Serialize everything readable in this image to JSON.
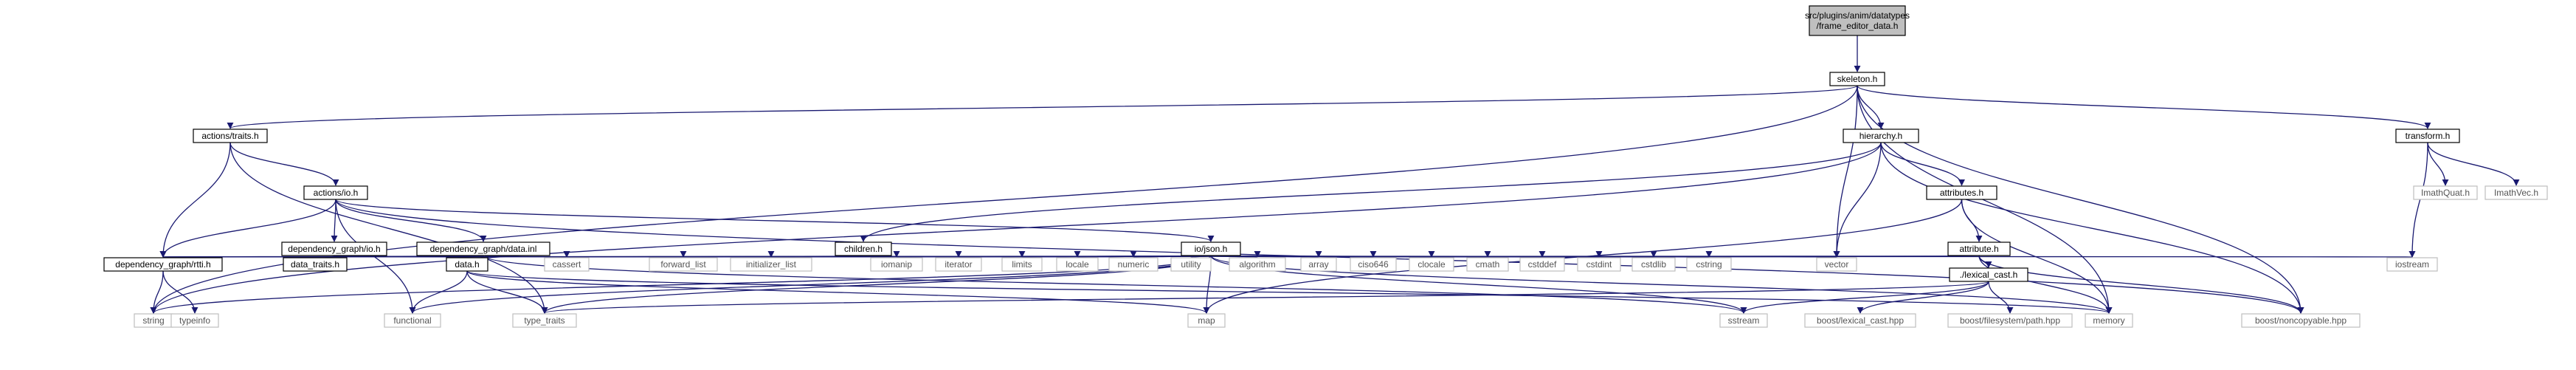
{
  "diagram": {
    "type": "include-dependency-graph",
    "colors": {
      "root_fill": "#bfbfbf",
      "node_fill": "#ffffff",
      "node_border": "#000000",
      "external_border": "#bfbfbf",
      "text": "#000000",
      "external_text": "#555555",
      "edge": "#191970"
    },
    "nodes": [
      {
        "id": "root",
        "lines": [
          "src/plugins/anim/datatypes",
          "/frame_editor_data.h"
        ],
        "kind": "root"
      },
      {
        "id": "skeleton",
        "lines": [
          "skeleton.h"
        ],
        "kind": "file"
      },
      {
        "id": "actions_traits",
        "lines": [
          "actions/traits.h"
        ],
        "kind": "file"
      },
      {
        "id": "hierarchy",
        "lines": [
          "hierarchy.h"
        ],
        "kind": "file"
      },
      {
        "id": "transform",
        "lines": [
          "transform.h"
        ],
        "kind": "file"
      },
      {
        "id": "actions_io",
        "lines": [
          "actions/io.h"
        ],
        "kind": "file"
      },
      {
        "id": "attributes",
        "lines": [
          "attributes.h"
        ],
        "kind": "file"
      },
      {
        "id": "imathquat",
        "lines": [
          "ImathQuat.h"
        ],
        "kind": "external"
      },
      {
        "id": "imathvec",
        "lines": [
          "ImathVec.h"
        ],
        "kind": "external"
      },
      {
        "id": "dg_io",
        "lines": [
          "dependency_graph/io.h"
        ],
        "kind": "file"
      },
      {
        "id": "dg_datainl",
        "lines": [
          "dependency_graph/data.inl"
        ],
        "kind": "file"
      },
      {
        "id": "children",
        "lines": [
          "children.h"
        ],
        "kind": "file"
      },
      {
        "id": "io_json",
        "lines": [
          "io/json.h"
        ],
        "kind": "file"
      },
      {
        "id": "attribute",
        "lines": [
          "attribute.h"
        ],
        "kind": "file"
      },
      {
        "id": "dg_rtti",
        "lines": [
          "dependency_graph/rtti.h"
        ],
        "kind": "file"
      },
      {
        "id": "data_traits",
        "lines": [
          "data_traits.h"
        ],
        "kind": "file"
      },
      {
        "id": "data_h",
        "lines": [
          "data.h"
        ],
        "kind": "file"
      },
      {
        "id": "cassert",
        "lines": [
          "cassert"
        ],
        "kind": "external"
      },
      {
        "id": "forward_list",
        "lines": [
          "forward_list"
        ],
        "kind": "external"
      },
      {
        "id": "initializer_list",
        "lines": [
          "initializer_list"
        ],
        "kind": "external"
      },
      {
        "id": "iomanip",
        "lines": [
          "iomanip"
        ],
        "kind": "external"
      },
      {
        "id": "iterator",
        "lines": [
          "iterator"
        ],
        "kind": "external"
      },
      {
        "id": "limits",
        "lines": [
          "limits"
        ],
        "kind": "external"
      },
      {
        "id": "locale",
        "lines": [
          "locale"
        ],
        "kind": "external"
      },
      {
        "id": "numeric",
        "lines": [
          "numeric"
        ],
        "kind": "external"
      },
      {
        "id": "utility",
        "lines": [
          "utility"
        ],
        "kind": "external"
      },
      {
        "id": "algorithm",
        "lines": [
          "algorithm"
        ],
        "kind": "external"
      },
      {
        "id": "array",
        "lines": [
          "array"
        ],
        "kind": "external"
      },
      {
        "id": "ciso646",
        "lines": [
          "ciso646"
        ],
        "kind": "external"
      },
      {
        "id": "clocale",
        "lines": [
          "clocale"
        ],
        "kind": "external"
      },
      {
        "id": "cmath",
        "lines": [
          "cmath"
        ],
        "kind": "external"
      },
      {
        "id": "cstddef",
        "lines": [
          "cstddef"
        ],
        "kind": "external"
      },
      {
        "id": "cstdint",
        "lines": [
          "cstdint"
        ],
        "kind": "external"
      },
      {
        "id": "cstdlib",
        "lines": [
          "cstdlib"
        ],
        "kind": "external"
      },
      {
        "id": "cstring",
        "lines": [
          "cstring"
        ],
        "kind": "external"
      },
      {
        "id": "vector",
        "lines": [
          "vector"
        ],
        "kind": "external"
      },
      {
        "id": "iostream",
        "lines": [
          "iostream"
        ],
        "kind": "external"
      },
      {
        "id": "lexical_cast",
        "lines": [
          "./lexical_cast.h"
        ],
        "kind": "file"
      },
      {
        "id": "string",
        "lines": [
          "string"
        ],
        "kind": "external"
      },
      {
        "id": "typeinfo",
        "lines": [
          "typeinfo"
        ],
        "kind": "external"
      },
      {
        "id": "functional",
        "lines": [
          "functional"
        ],
        "kind": "external"
      },
      {
        "id": "type_traits",
        "lines": [
          "type_traits"
        ],
        "kind": "external"
      },
      {
        "id": "map",
        "lines": [
          "map"
        ],
        "kind": "external"
      },
      {
        "id": "sstream",
        "lines": [
          "sstream"
        ],
        "kind": "external"
      },
      {
        "id": "boost_lexical",
        "lines": [
          "boost/lexical_cast.hpp"
        ],
        "kind": "external"
      },
      {
        "id": "boost_path",
        "lines": [
          "boost/filesystem/path.hpp"
        ],
        "kind": "external"
      },
      {
        "id": "memory",
        "lines": [
          "memory"
        ],
        "kind": "external"
      },
      {
        "id": "boost_noncopyable",
        "lines": [
          "boost/noncopyable.hpp"
        ],
        "kind": "external"
      }
    ],
    "edges": [
      [
        "root",
        "skeleton"
      ],
      [
        "skeleton",
        "actions_traits"
      ],
      [
        "skeleton",
        "hierarchy"
      ],
      [
        "skeleton",
        "transform"
      ],
      [
        "skeleton",
        "string"
      ],
      [
        "skeleton",
        "vector"
      ],
      [
        "skeleton",
        "memory"
      ],
      [
        "skeleton",
        "boost_noncopyable"
      ],
      [
        "actions_traits",
        "actions_io"
      ],
      [
        "actions_traits",
        "dg_rtti"
      ],
      [
        "actions_traits",
        "type_traits"
      ],
      [
        "hierarchy",
        "attributes"
      ],
      [
        "hierarchy",
        "children"
      ],
      [
        "hierarchy",
        "string"
      ],
      [
        "hierarchy",
        "vector"
      ],
      [
        "hierarchy",
        "boost_noncopyable"
      ],
      [
        "transform",
        "imathquat"
      ],
      [
        "transform",
        "imathvec"
      ],
      [
        "transform",
        "iostream"
      ],
      [
        "actions_io",
        "dg_io"
      ],
      [
        "actions_io",
        "dg_datainl"
      ],
      [
        "actions_io",
        "io_json"
      ],
      [
        "actions_io",
        "dg_rtti"
      ],
      [
        "actions_io",
        "functional"
      ],
      [
        "actions_io",
        "boost_noncopyable"
      ],
      [
        "attributes",
        "attribute"
      ],
      [
        "attributes",
        "memory"
      ],
      [
        "attributes",
        "map"
      ],
      [
        "dg_io",
        "data_h"
      ],
      [
        "dg_datainl",
        "dg_rtti"
      ],
      [
        "dg_datainl",
        "data_h"
      ],
      [
        "dg_datainl",
        "cassert"
      ],
      [
        "dg_datainl",
        "sstream"
      ],
      [
        "children",
        "cassert"
      ],
      [
        "io_json",
        "dg_rtti"
      ],
      [
        "io_json",
        "cassert"
      ],
      [
        "io_json",
        "forward_list"
      ],
      [
        "io_json",
        "initializer_list"
      ],
      [
        "io_json",
        "iomanip"
      ],
      [
        "io_json",
        "iterator"
      ],
      [
        "io_json",
        "limits"
      ],
      [
        "io_json",
        "locale"
      ],
      [
        "io_json",
        "numeric"
      ],
      [
        "io_json",
        "utility"
      ],
      [
        "io_json",
        "algorithm"
      ],
      [
        "io_json",
        "array"
      ],
      [
        "io_json",
        "ciso646"
      ],
      [
        "io_json",
        "clocale"
      ],
      [
        "io_json",
        "cmath"
      ],
      [
        "io_json",
        "cstddef"
      ],
      [
        "io_json",
        "cstdint"
      ],
      [
        "io_json",
        "cstdlib"
      ],
      [
        "io_json",
        "cstring"
      ],
      [
        "io_json",
        "vector"
      ],
      [
        "io_json",
        "iostream"
      ],
      [
        "io_json",
        "string"
      ],
      [
        "io_json",
        "functional"
      ],
      [
        "io_json",
        "type_traits"
      ],
      [
        "io_json",
        "map"
      ],
      [
        "io_json",
        "sstream"
      ],
      [
        "io_json",
        "memory"
      ],
      [
        "attribute",
        "lexical_cast"
      ],
      [
        "attribute",
        "dg_rtti"
      ],
      [
        "attribute",
        "memory"
      ],
      [
        "attribute",
        "boost_noncopyable"
      ],
      [
        "dg_rtti",
        "string"
      ],
      [
        "dg_rtti",
        "typeinfo"
      ],
      [
        "data_h",
        "functional"
      ],
      [
        "data_h",
        "type_traits"
      ],
      [
        "data_h",
        "map"
      ],
      [
        "data_h",
        "memory"
      ],
      [
        "lexical_cast",
        "boost_lexical"
      ],
      [
        "lexical_cast",
        "boost_path"
      ],
      [
        "lexical_cast",
        "sstream"
      ],
      [
        "lexical_cast",
        "type_traits"
      ]
    ]
  }
}
